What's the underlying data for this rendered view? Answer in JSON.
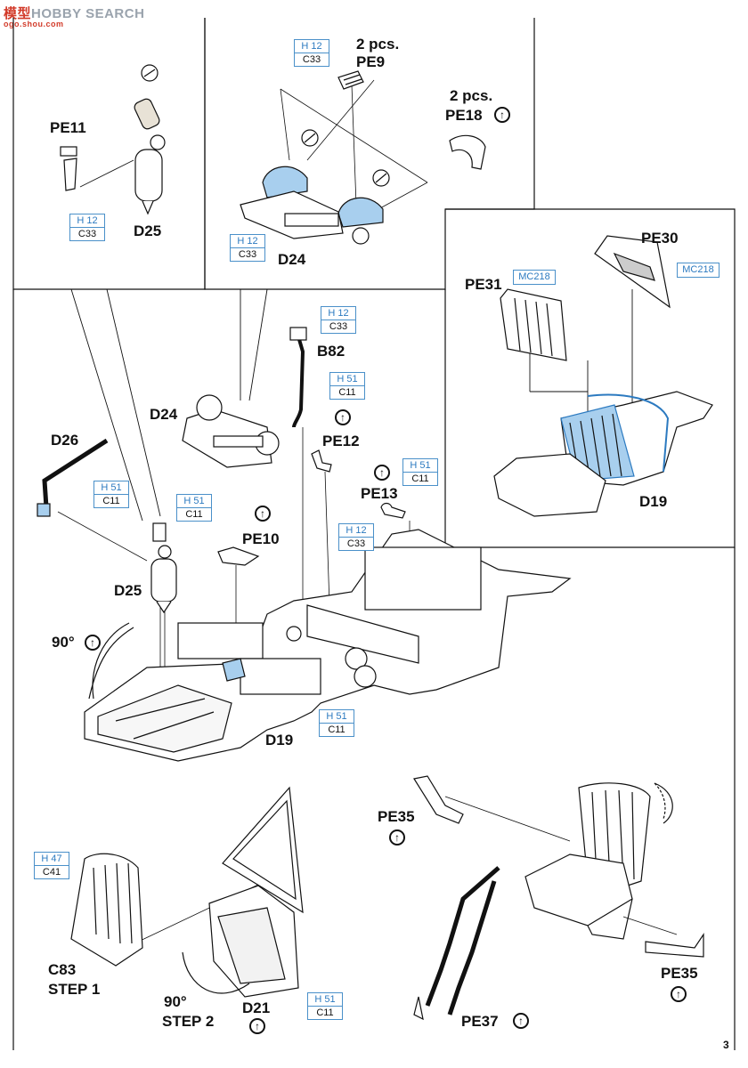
{
  "watermark": {
    "cn": "模型",
    "text": "HOBBY SEARCH",
    "sub": "ogo.shou.com"
  },
  "labels": {
    "pe11": "PE11",
    "d25_top": "D25",
    "pe9_count": "2 pcs.",
    "pe9": "PE9",
    "pe18_count": "2 pcs.",
    "pe18": "PE18",
    "d24_top": "D24",
    "pe30": "PE30",
    "pe31": "PE31",
    "d19_right": "D19",
    "b82": "B82",
    "d24_mid": "D24",
    "pe12": "PE12",
    "pe13": "PE13",
    "d26": "D26",
    "pe10": "PE10",
    "d25_mid": "D25",
    "angle_1": "90°",
    "d19_mid": "D19",
    "pe35_left": "PE35",
    "c83": "C83",
    "step1": "STEP 1",
    "angle_2": "90°",
    "step2": "STEP 2",
    "d21": "D21",
    "pe37": "PE37",
    "pe35_right": "PE35",
    "page_number": "3"
  },
  "color_tags": {
    "h12_d25": {
      "top": "H 12",
      "bottom": "C33"
    },
    "h12_pe9": {
      "top": "H 12",
      "bottom": "C33"
    },
    "h12_d24": {
      "top": "H 12",
      "bottom": "C33"
    },
    "mc218_pe31": "MC218",
    "mc218_pe30": "MC218",
    "h12_b82": {
      "top": "H 12",
      "bottom": "C33"
    },
    "h51_b82": {
      "top": "H 51",
      "bottom": "C11"
    },
    "h51_d26": {
      "top": "H 51",
      "bottom": "C11"
    },
    "h51_pe10": {
      "top": "H 51",
      "bottom": "C11"
    },
    "h51_pe13": {
      "top": "H 51",
      "bottom": "C11"
    },
    "h12_pe13": {
      "top": "H 12",
      "bottom": "C33"
    },
    "h51_d19": {
      "top": "H 51",
      "bottom": "C11"
    },
    "h47_c83": {
      "top": "H 47",
      "bottom": "C41"
    },
    "h51_d21": {
      "top": "H 51",
      "bottom": "C11"
    }
  },
  "icons": {
    "rotate": "rotate-arrow-icon",
    "glue": "glue-icon"
  },
  "colors": {
    "paint_tag_blue": "#4a90c9",
    "highlight_blue": "#a8cfee",
    "line": "#111111"
  }
}
